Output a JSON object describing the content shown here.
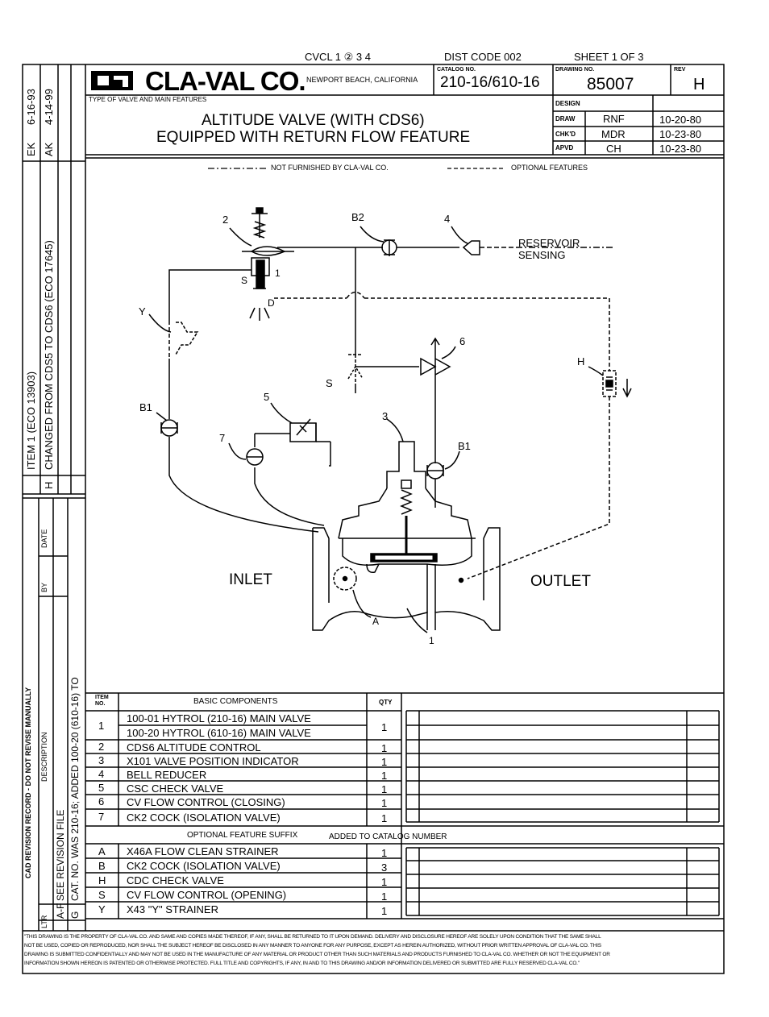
{
  "header": {
    "cvcl": "CVCL 1 ② 3 4",
    "dist_code": "DIST CODE 002",
    "sheet": "SHEET 1 OF 3"
  },
  "title_block": {
    "company": "CLA-VAL CO.",
    "location": "NEWPORT BEACH, CALIFORNIA",
    "catalog_label": "CATALOG NO.",
    "catalog_no": "210-16/610-16",
    "drawing_label": "DRAWING NO.",
    "drawing_no": "85007",
    "rev_label": "REV",
    "rev": "H",
    "type_label": "TYPE OF VALVE AND MAIN FEATURES",
    "title_line1": "ALTITUDE VALVE (WITH CDS6)",
    "title_line2": "EQUIPPED WITH RETURN FLOW FEATURE",
    "design_label": "DESIGN",
    "draw_label": "DRAW",
    "draw_by": "RNF",
    "draw_date": "10-20-80",
    "chkd_label": "CHK'D",
    "chkd_by": "MDR",
    "chkd_date": "10-23-80",
    "apvd_label": "APVD",
    "apvd_by": "CH",
    "apvd_date": "10-23-80"
  },
  "revisions": {
    "row1_date": "6-16-93",
    "row1_by": "EK",
    "row1_desc": "ITEM 1 (ECO 13903)",
    "row1_ltr": "",
    "row2_date": "4-14-99",
    "row2_by": "AK",
    "row2_desc": "CHANGED FROM CDS5 TO CDS6 (ECO 17645)",
    "row2_ltr": "H"
  },
  "cad_record": {
    "title": "CAD REVISION RECORD - DO NOT REVISE MANUALLY",
    "col_ltr": "LTR",
    "col_desc": "DESCRIPTION",
    "col_by": "BY",
    "col_date": "DATE",
    "af_ltr": "A-F",
    "af_desc": "SEE REVISION FILE",
    "g_ltr": "G",
    "g_desc": "CAT. NO. WAS 210-16; ADDED 100-20 (610-16) TO"
  },
  "legend": {
    "not_furnished": "NOT FURNISHED BY CLA-VAL CO.",
    "optional": "OPTIONAL FEATURES"
  },
  "diagram_labels": {
    "l2": "2",
    "lB2": "B2",
    "l4": "4",
    "reservoir1": "RESERVOIR",
    "reservoir2": "SENSING",
    "lS_top": "S",
    "l1_top": "1",
    "lD": "D",
    "lY": "Y",
    "l6": "6",
    "lS_mid": "S",
    "lH": "H",
    "l5": "5",
    "l3": "3",
    "lB1_left": "B1",
    "lB1_right": "B1",
    "l7": "7",
    "inlet": "INLET",
    "outlet": "OUTLET",
    "lA": "A",
    "l1_bottom": "1"
  },
  "components": {
    "item_header": "ITEM NO.",
    "desc_header": "BASIC COMPONENTS",
    "qty_header": "QTY",
    "rows": [
      {
        "item": "1",
        "desc": "100-01 HYTROL (210-16) MAIN VALVE",
        "desc2": "100-20 HYTROL (610-16) MAIN VALVE",
        "qty": "1"
      },
      {
        "item": "2",
        "desc": "CDS6 ALTITUDE CONTROL",
        "qty": "1"
      },
      {
        "item": "3",
        "desc": "X101 VALVE POSITION INDICATOR",
        "qty": "1"
      },
      {
        "item": "4",
        "desc": "BELL REDUCER",
        "qty": "1"
      },
      {
        "item": "5",
        "desc": "CSC CHECK VALVE",
        "qty": "1"
      },
      {
        "item": "6",
        "desc": "CV FLOW CONTROL (CLOSING)",
        "qty": "1"
      },
      {
        "item": "7",
        "desc": "CK2 COCK (ISOLATION VALVE)",
        "qty": "1"
      }
    ]
  },
  "optional_features": {
    "header": "OPTIONAL FEATURE SUFFIX",
    "note": "ADDED TO CATALOG NUMBER",
    "rows": [
      {
        "item": "A",
        "desc": "X46A FLOW CLEAN STRAINER",
        "qty": "1"
      },
      {
        "item": "B",
        "desc": "CK2 COCK (ISOLATION VALVE)",
        "qty": "3"
      },
      {
        "item": "H",
        "desc": "CDC CHECK VALVE",
        "qty": "1"
      },
      {
        "item": "S",
        "desc": "CV FLOW CONTROL (OPENING)",
        "qty": "1"
      },
      {
        "item": "Y",
        "desc": "X43 \"Y\" STRAINER",
        "qty": "1"
      }
    ]
  },
  "footer": {
    "line1": "\"THIS DRAWING IS THE PROPERTY OF CLA-VAL CO. AND SAME AND COPIES MADE THEREOF, IF ANY, SHALL BE RETURNED TO IT UPON DEMAND. DELIVERY AND DISCLOSURE HEREOF ARE SOLELY UPON CONDITION THAT THE SAME SHALL",
    "line2": "NOT BE USED, COPIED OR REPRODUCED, NOR SHALL THE SUBJECT HEREOF BE DISCLOSED IN ANY MANNER TO ANYONE FOR ANY PURPOSE, EXCEPT AS HEREIN AUTHORIZED, WITHOUT PRIOR WRITTEN APPROVAL OF CLA-VAL CO. THIS",
    "line3": "DRAWING IS SUBMITTED CONFIDENTIALLY AND MAY NOT BE USED IN THE MANUFACTURE OF ANY MATERIAL OR PRODUCT OTHER THAN SUCH MATERIALS AND PRODUCTS FURNISHED TO CLA-VAL CO. WHETHER OR NOT THE EQUIPMENT OR",
    "line4": "INFORMATION SHOWN HEREON IS PATENTED OR OTHERWISE PROTECTED. FULL TITLE AND COPYRIGHTS, IF ANY, IN AND TO THIS DRAWING AND/OR INFORMATION DELIVERED OR SUBMITTED ARE FULLY RESERVED CLA-VAL CO.\""
  }
}
